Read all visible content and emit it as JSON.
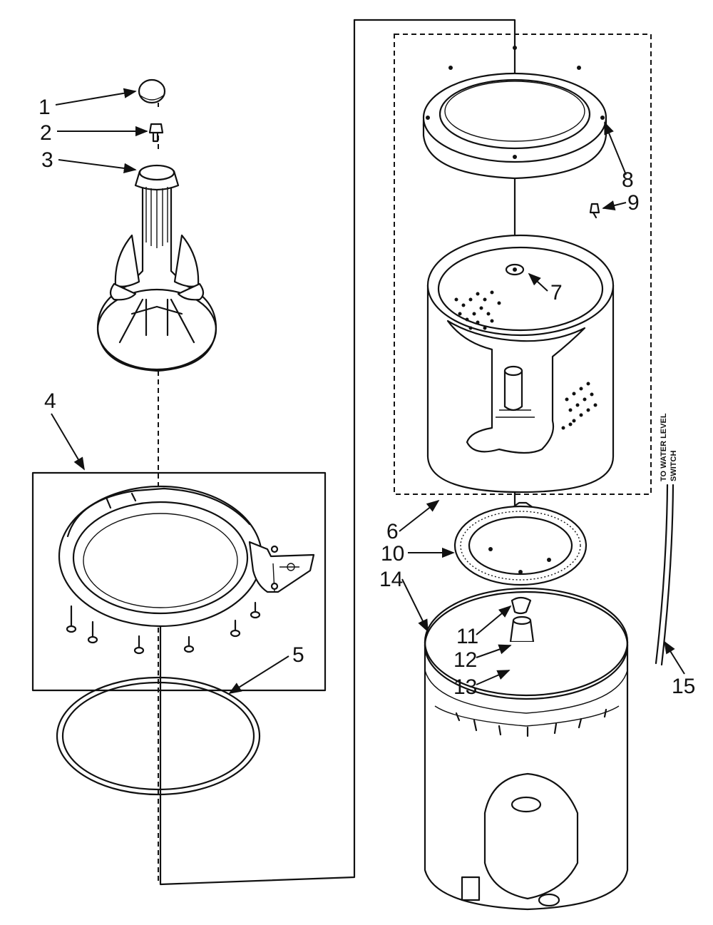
{
  "parts": [
    {
      "id": "1",
      "label": "1"
    },
    {
      "id": "2",
      "label": "2"
    },
    {
      "id": "3",
      "label": "3"
    },
    {
      "id": "4",
      "label": "4"
    },
    {
      "id": "5",
      "label": "5"
    },
    {
      "id": "6",
      "label": "6"
    },
    {
      "id": "7",
      "label": "7"
    },
    {
      "id": "8",
      "label": "8"
    },
    {
      "id": "9",
      "label": "9"
    },
    {
      "id": "10",
      "label": "10"
    },
    {
      "id": "11",
      "label": "11"
    },
    {
      "id": "12",
      "label": "12"
    },
    {
      "id": "13",
      "label": "13"
    },
    {
      "id": "14",
      "label": "14"
    },
    {
      "id": "15",
      "label": "15"
    }
  ],
  "hose_note": {
    "line1": "TO WATER LEVEL",
    "line2": "SWITCH"
  },
  "colors": {
    "ink": "#111111",
    "paper": "#ffffff"
  }
}
